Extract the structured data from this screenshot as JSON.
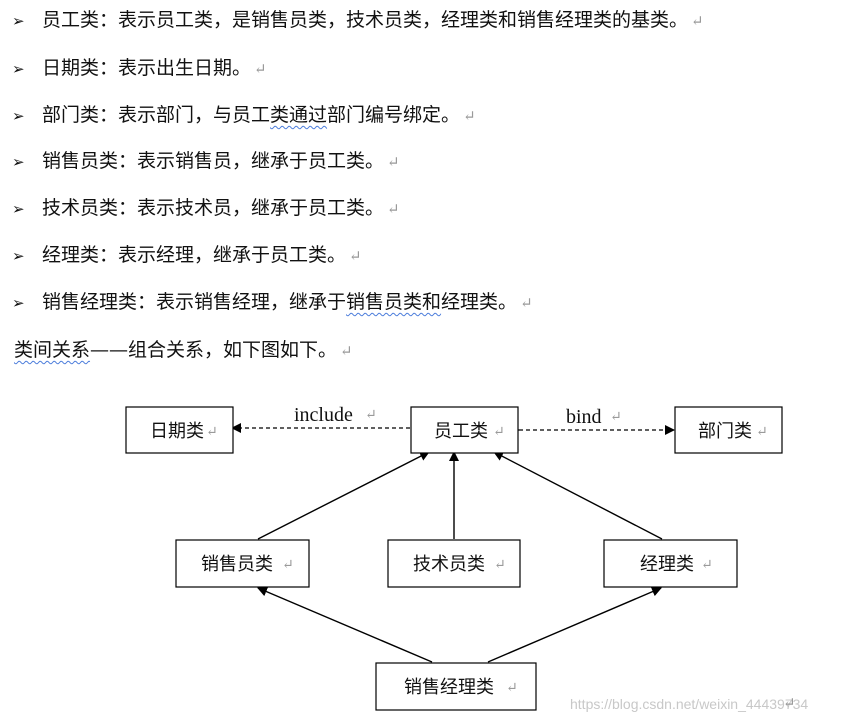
{
  "bullets": [
    {
      "term": "员工类：",
      "desc": "表示员工类，是销售员类，技术员类，经理类和销售经理类的基类。"
    },
    {
      "term": "日期类：",
      "desc": "表示出生日期。"
    },
    {
      "term": "部门类：",
      "desc_a": "表示部门，与员工",
      "desc_b": "类通过",
      "desc_c": "部门编号绑定。"
    },
    {
      "term": "销售员类：",
      "desc": "表示销售员，继承于员工类。"
    },
    {
      "term": "技术员类：",
      "desc": "表示技术员，继承于员工类。"
    },
    {
      "term": "经理类：",
      "desc": "表示经理，继承于员工类。"
    },
    {
      "term": "销售经理类：",
      "desc_a": "表示销售经理，继承于",
      "desc_b": "销售员类和",
      "desc_c": "经理类。"
    }
  ],
  "bullet_symbol": "➢",
  "paragraph_mark": "↵",
  "summary": {
    "a": "类间关系",
    "b": "——组合关系，如下图如下。"
  },
  "diagram": {
    "boxes": {
      "date": "日期类",
      "employee": "员工类",
      "department": "部门类",
      "salesman": "销售员类",
      "technician": "技术员类",
      "manager": "经理类",
      "sales_manager": "销售经理类"
    },
    "edge_labels": {
      "include": "include",
      "bind": "bind"
    }
  },
  "watermark": "https://blog.csdn.net/weixin_44439734"
}
